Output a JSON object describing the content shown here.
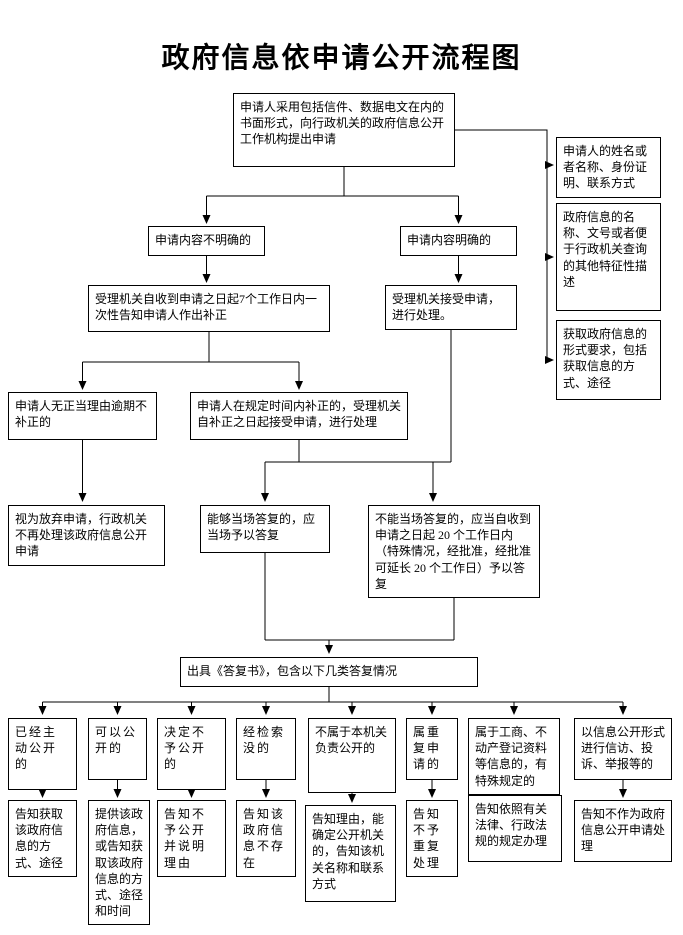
{
  "title": "政府信息依申请公开流程图",
  "colors": {
    "ink": "#000000",
    "background": "#ffffff"
  },
  "nodes": {
    "apply": "申请人采用包括信件、数据电文在内的书面形式，向行政机关的政府信息公开工作机构提出申请",
    "req_name": "申请人的姓名或者名称、身份证明、联系方式",
    "req_info": "政府信息的名称、文号或者便于行政机关查询的其他特征性描述",
    "req_form": "获取政府信息的形式要求，包括获取信息的方式、途径",
    "unclear": "申请内容不明确的",
    "clear": "申请内容明确的",
    "notify_correct": "受理机关自收到申请之日起7个工作日内一次性告知申请人作出补正",
    "accept": "受理机关接受申请，进行处理。",
    "no_correct": "申请人无正当理由逾期不补正的",
    "corrected": "申请人在规定时间内补正的，受理机关自补正之日起接受申请，进行处理",
    "abandon": "视为放弃申请，行政机关不再处理该政府信息公开申请",
    "onspot": "能够当场答复的，应当场予以答复",
    "delayed": "不能当场答复的，应当自收到申请之日起 20 个工作日内（特殊情况，经批准，经批准可延长 20 个工作日）予以答复",
    "reply": "出具《答复书》，包含以下几类答复情况",
    "case_public": "已经主动公开的",
    "case_can_open": "可以公开的",
    "case_refuse": "决定不予公开的",
    "case_not_found": "经检索没的",
    "case_not_ours": "不属于本机关负责公开的",
    "case_repeat": "属重复申请的",
    "case_special": "属于工商、不动产登记资料等信息的，有特殊规定的",
    "case_petition": "以信息公开形式进行信访、投诉、举报等的",
    "ans_access": "告知获取该政府信息的方式、途径",
    "ans_provide": "提供该政府信息，或告知获取该政府信息的方式、途径和时间",
    "ans_refuse": "告知不予公开并说明理由",
    "ans_not_exist": "告知该政府信息不存在",
    "ans_refer": "告知理由，能确定公开机关的，告知该机关名称和联系方式",
    "ans_no_repeat": "告知不予重复处理",
    "ans_laws": "告知依照有关法律、行政法规的规定办理",
    "ans_not_treated": "告知不作为政府信息公开申请处理"
  }
}
